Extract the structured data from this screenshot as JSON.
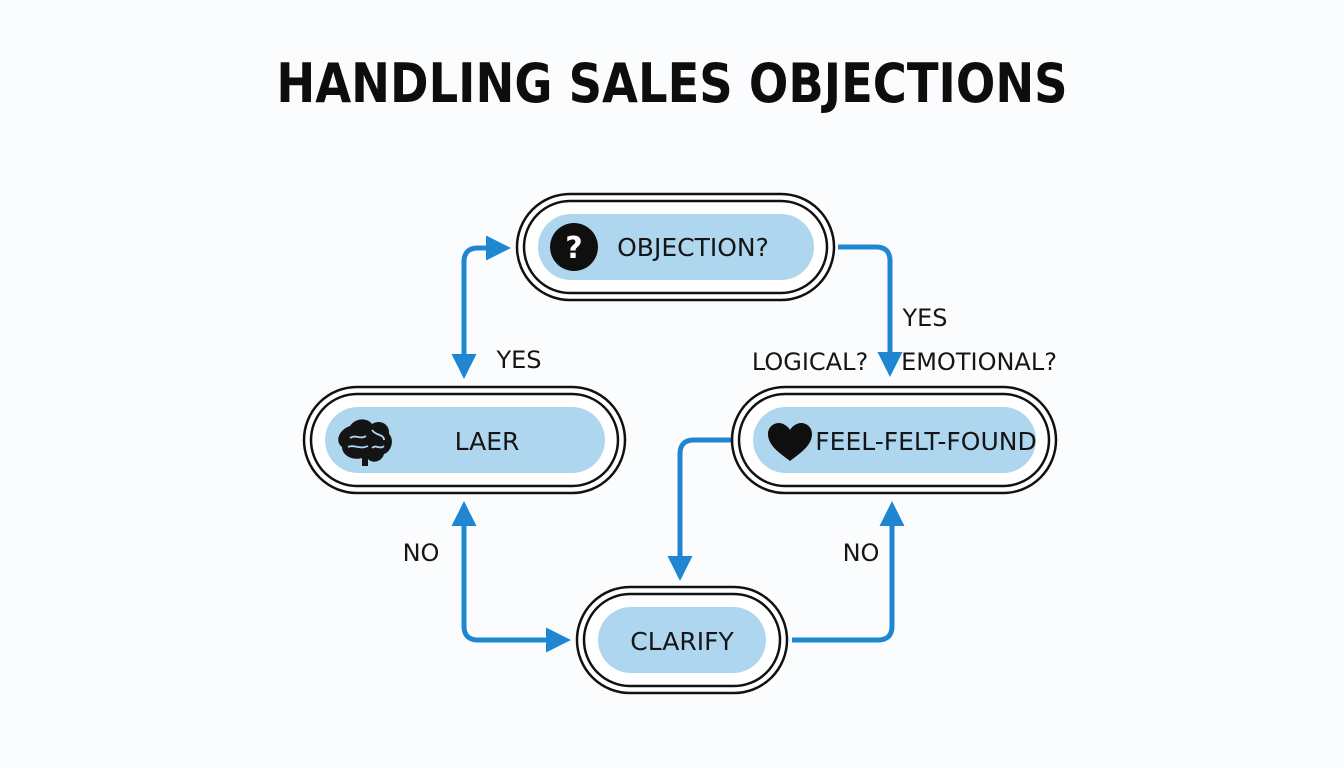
{
  "title": "HANDLING SALES OBJECTIONS",
  "colors": {
    "accent": "#1f86d1",
    "node_fill": "#aed6ef",
    "outline": "#111111"
  },
  "nodes": {
    "objection": {
      "label": "OBJECTION?",
      "icon": "question-icon"
    },
    "laer": {
      "label": "LAER",
      "icon": "brain-icon"
    },
    "feel_felt_found": {
      "label": "FEEL-FELT-FOUND",
      "icon": "heart-icon"
    },
    "clarify": {
      "label": "CLARIFY"
    }
  },
  "edge_labels": {
    "yes_left": "YES",
    "yes_right": "YES",
    "logical": "LOGICAL?",
    "emotional": "EMOTIONAL?",
    "no_left": "NO",
    "no_right": "NO"
  }
}
